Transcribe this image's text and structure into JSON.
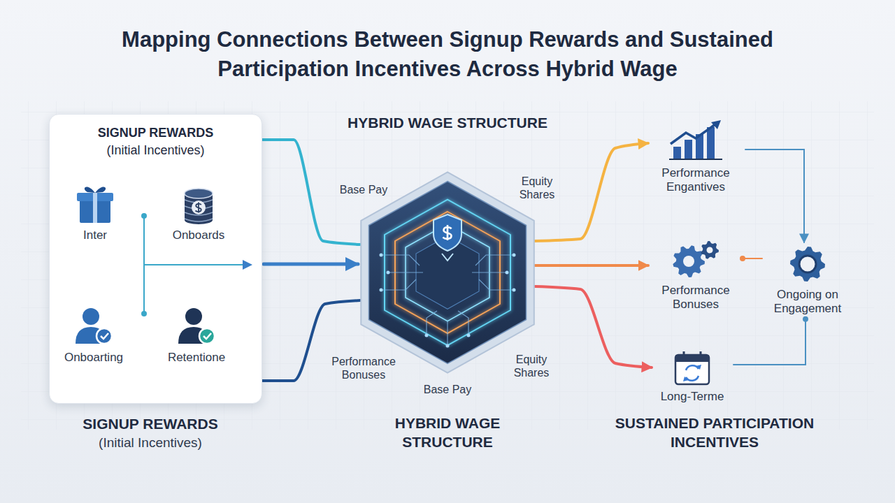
{
  "diagram": {
    "title": "Mapping Connections Between Signup Rewards and Sustained Participation Incentives Across Hybrid Wage",
    "nodes": [
      {
        "text": [
          "SIGNUP REWARDS",
          "(Initial Incentives)"
        ]
      },
      {
        "text": [
          "Inter"
        ],
        "in": 0
      },
      {
        "text": [
          "Onboards"
        ],
        "in": 0
      },
      {
        "text": [
          "Onboarting"
        ],
        "in": 0
      },
      {
        "text": [
          "Retentione"
        ],
        "in": 0
      },
      {
        "text": [
          "HYBRID WAGE STRUCTURE"
        ]
      },
      {
        "text": [
          "Performance Engantives"
        ]
      },
      {
        "text": [
          "Performance Bonuses"
        ]
      },
      {
        "text": [
          "Ongoing on Engagement"
        ]
      },
      {
        "text": [
          "Long-Terme"
        ]
      }
    ],
    "edges": [
      {
        "from": 0,
        "to": 5,
        "arrow": "none"
      },
      {
        "from": 0,
        "to": 5,
        "arrow": "to"
      },
      {
        "from": 0,
        "to": 5,
        "arrow": "none"
      },
      {
        "from": 5,
        "to": 6,
        "arrow": "to"
      },
      {
        "from": 5,
        "to": 7,
        "arrow": "to"
      },
      {
        "from": 5,
        "to": 9,
        "arrow": "to"
      },
      {
        "from": 6,
        "to": 8,
        "arrow": "to"
      },
      {
        "from": 7,
        "to": 8,
        "arrow": "none"
      },
      {
        "from": 9,
        "to": 8,
        "arrow": "none"
      }
    ],
    "labels": [
      "Base Pay",
      "Equity Shares",
      "Performance Bonuses",
      "Equity Shares",
      "Base Pay",
      "SIGNUP REWARDS",
      "(Initial Incentives)",
      "HYBRID WAGE STRUCTURE",
      "SUSTAINED PARTICIPATION INCENTIVES"
    ]
  }
}
